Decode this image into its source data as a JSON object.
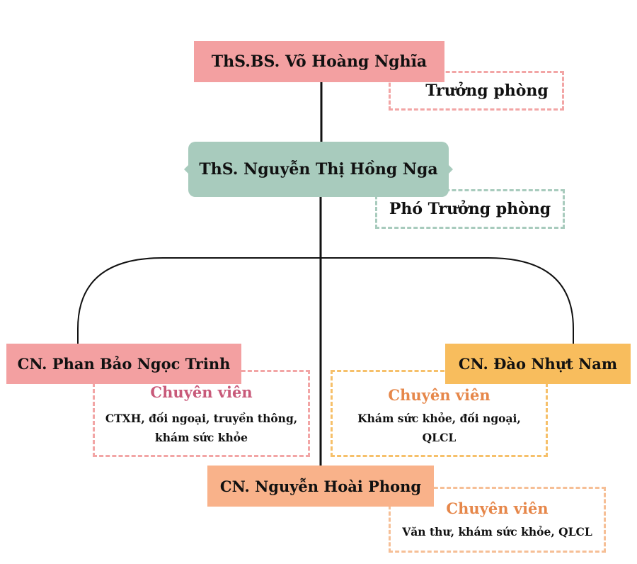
{
  "head": {
    "name": "ThS.BS. Võ Hoàng Nghĩa",
    "role": "Trưởng phòng",
    "color": "#f3a0a1"
  },
  "deputy": {
    "name": "ThS. Nguyễn Thị Hồng Nga",
    "role": "Phó Trưởng phòng",
    "color": "#a8cbbd"
  },
  "staff": [
    {
      "name": "CN. Phan Bảo Ngọc Trinh",
      "title": "Chuyên viên",
      "duties": [
        "CTXH, đối ngoại, truyền thông,",
        "khám sức khỏe"
      ],
      "color": "#f3a0a1",
      "title_color": "#c85a7a"
    },
    {
      "name": "CN. Đào Nhựt Nam",
      "title": "Chuyên viên",
      "duties": [
        "Khám sức khỏe, đối ngoại,",
        "QLCL"
      ],
      "color": "#f8bd5d",
      "title_color": "#e6874a"
    },
    {
      "name": "CN. Nguyễn Hoài Phong",
      "title": "Chuyên viên",
      "duties": [
        "Văn thư, khám sức khỏe, QLCL"
      ],
      "color": "#f9b28a",
      "title_color": "#e6874a"
    }
  ]
}
